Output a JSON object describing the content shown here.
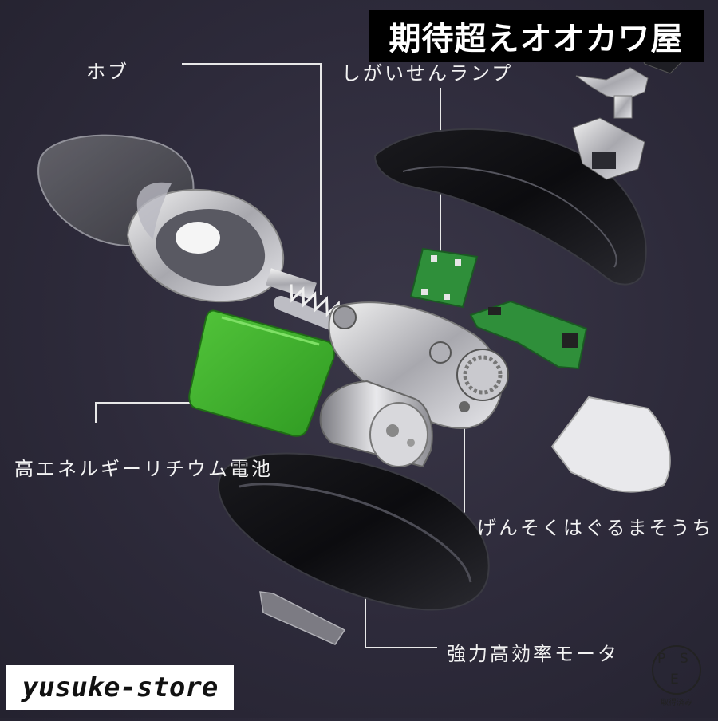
{
  "banner": {
    "text": "期待超えオオカワ屋"
  },
  "labels": {
    "hub": "ホブ",
    "lamp": "しがいせんランプ",
    "battery": "高エネルギーリチウム電池",
    "gear": "げんそくはぐるまそうち",
    "motor": "強力高効率モータ"
  },
  "store": {
    "text": "yusuke-store"
  },
  "pse": {
    "letter_p": "P",
    "letter_s": "S",
    "letter_e": "E",
    "note": "取得済み"
  },
  "colors": {
    "background": "#2d2a3a",
    "label_text": "#f2f2f2",
    "battery_green": "#3fae2a",
    "pcb_green": "#2f8f3a"
  }
}
